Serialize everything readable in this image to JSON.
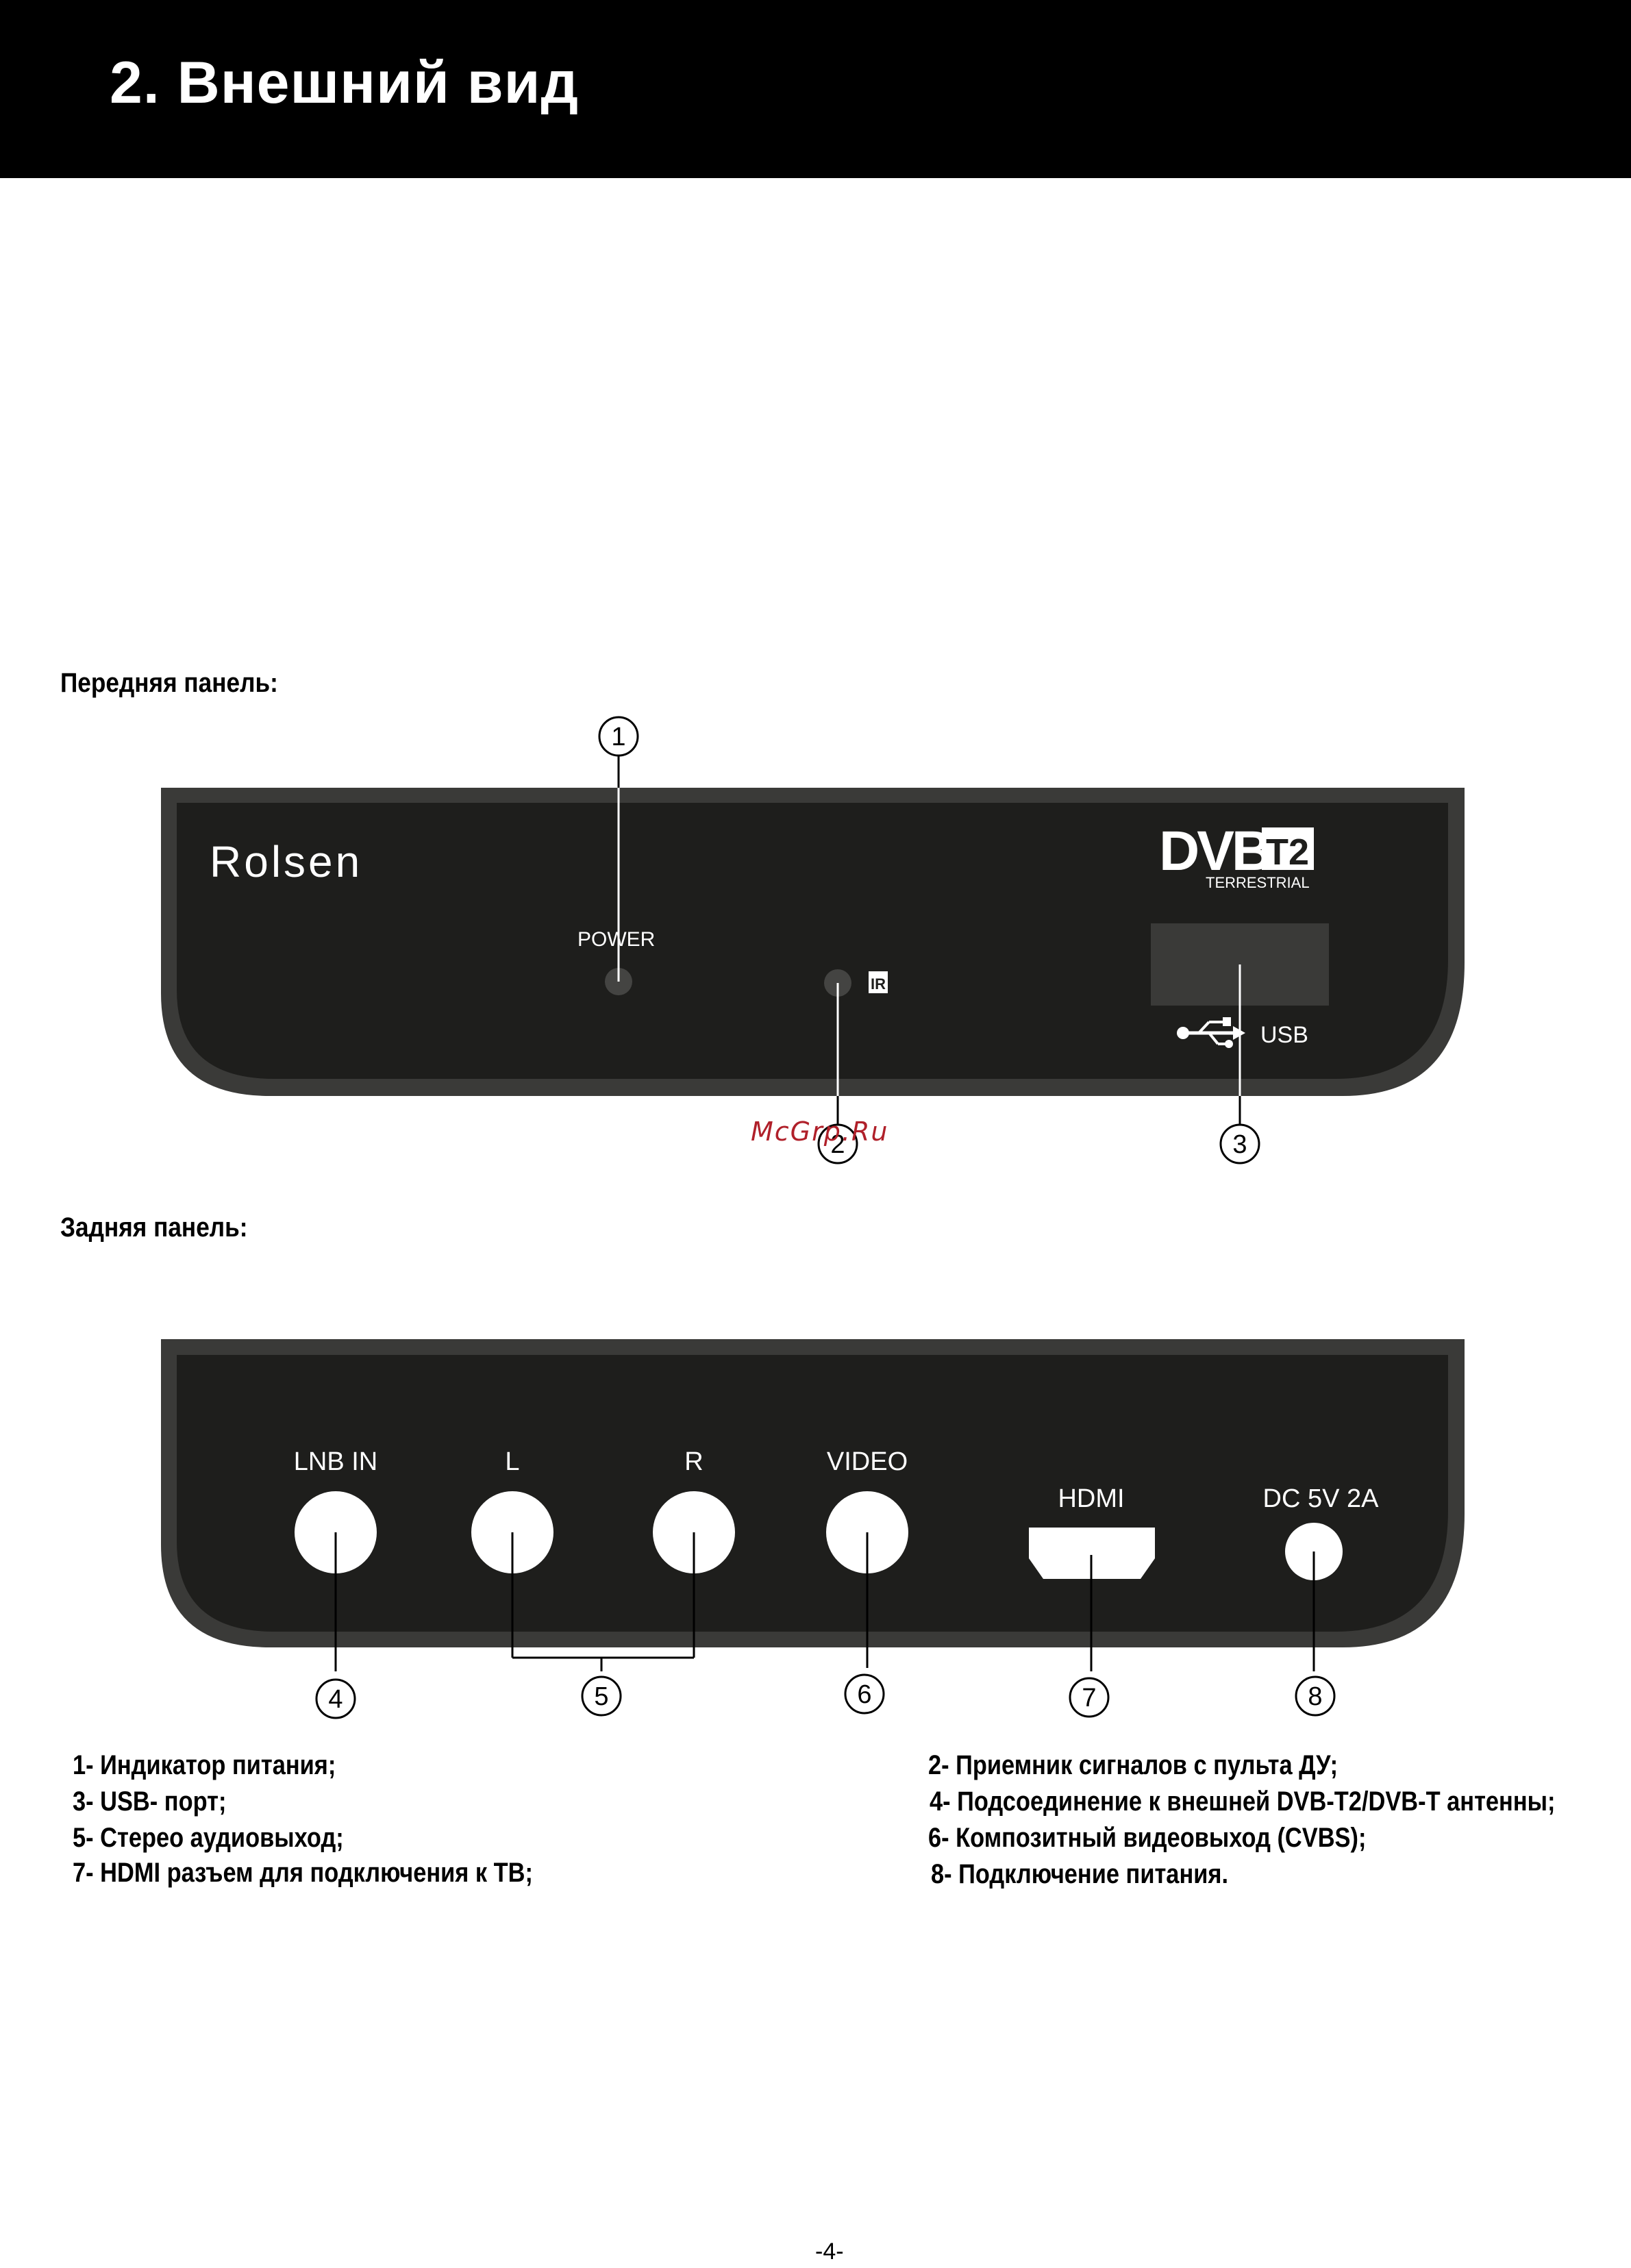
{
  "header": {
    "title": "2. Внешний вид"
  },
  "front_panel": {
    "label": "Передняя панель:",
    "brand_logo": "Rolsen",
    "dvb_logo": {
      "main": "DVB",
      "badge": "T2",
      "sub": "TERRESTRIAL"
    },
    "power_label": "POWER",
    "ir_label": "IR",
    "usb_label": "USB",
    "callouts": [
      "1",
      "2",
      "3"
    ]
  },
  "rear_panel": {
    "label": "Задняя панель:",
    "ports": [
      "LNB IN",
      "L",
      "R",
      "VIDEO",
      "HDMI",
      "DC 5V 2A"
    ],
    "callouts": [
      "4",
      "5",
      "6",
      "7",
      "8"
    ]
  },
  "legend": {
    "left": [
      "1- Индикатор питания;",
      "3- USB- порт;",
      "5- Стерео аудиовыход;",
      "7- HDMI разъем для подключения к ТВ;"
    ],
    "right": [
      "2- Приемник сигналов с пульта ДУ;",
      "4- Подсоединение к внешней DVB-T2/DVB-T антенны;",
      "6- Композитный видеовыход (CVBS);",
      "8- Подключение питания."
    ]
  },
  "watermark": "McGrp.Ru",
  "page_number": "-4-",
  "colors": {
    "panel": "#1e1e1c",
    "panel_border": "#3a3a38",
    "header": "#000000"
  }
}
